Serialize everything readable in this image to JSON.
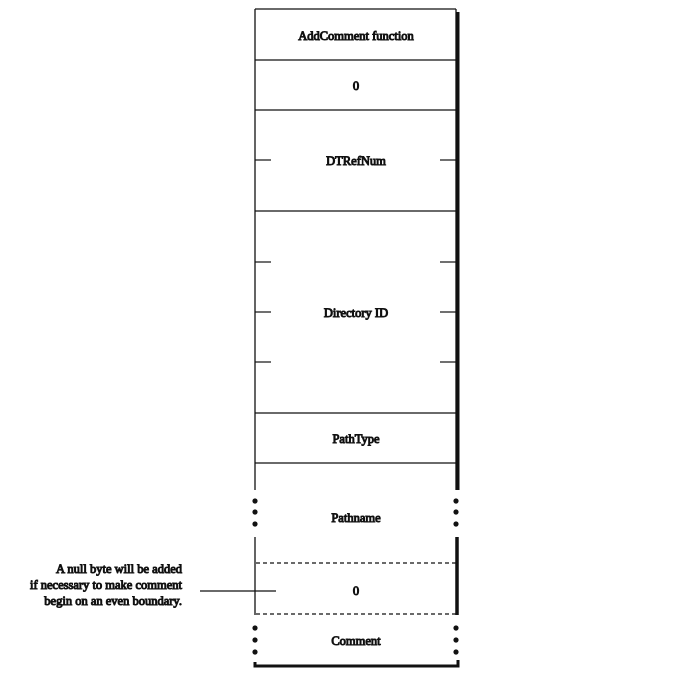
{
  "fields": [
    {
      "label": "AddComment function"
    },
    {
      "label": "0"
    },
    {
      "label": "DTRefNum"
    },
    {
      "label": "Directory ID"
    },
    {
      "label": "PathType"
    },
    {
      "label": "Pathname"
    },
    {
      "label": "0"
    },
    {
      "label": "Comment"
    }
  ],
  "annotation": {
    "lines": [
      "A null byte will be added",
      "if necessary to make comment",
      "begin on an even boundary."
    ]
  },
  "colors": {
    "line": "#111111",
    "background": "#ffffff"
  }
}
